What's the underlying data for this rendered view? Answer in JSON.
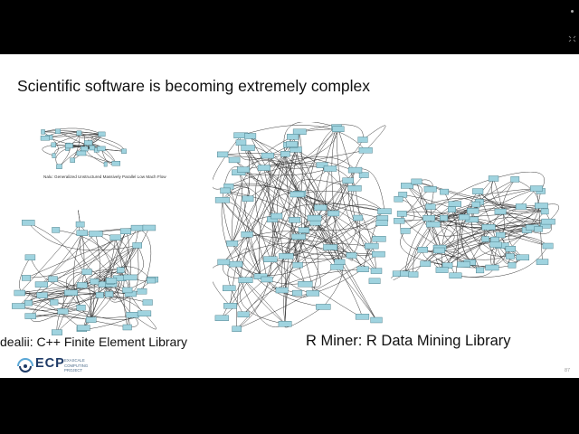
{
  "slide": {
    "title": "Scientific software is becoming extremely complex",
    "page_number": "87"
  },
  "figures": {
    "nalu": {
      "caption": "Nalu: Generalized Unstructured Massively Parallel Low Mach Flow"
    },
    "dealii": {
      "caption": "dealii: C++ Finite Element Library"
    },
    "rminer": {
      "caption": "R Miner: R Data Mining Library"
    }
  },
  "logo": {
    "text": "ECP",
    "subtitle_lines": [
      "EXASCALE",
      "COMPUTING",
      "PROJECT"
    ],
    "colors": {
      "primary": "#1f3b67",
      "accent": "#5aa7d6"
    }
  },
  "colors": {
    "node_fill": "#9fd3df",
    "node_stroke": "#3a6f7a",
    "edge": "#3a3a3a",
    "background": "#ffffff",
    "letterbox": "#000000"
  },
  "icons": {
    "presenter_dot": "dot-icon",
    "exit_fullscreen": "exit-fullscreen-icon"
  }
}
